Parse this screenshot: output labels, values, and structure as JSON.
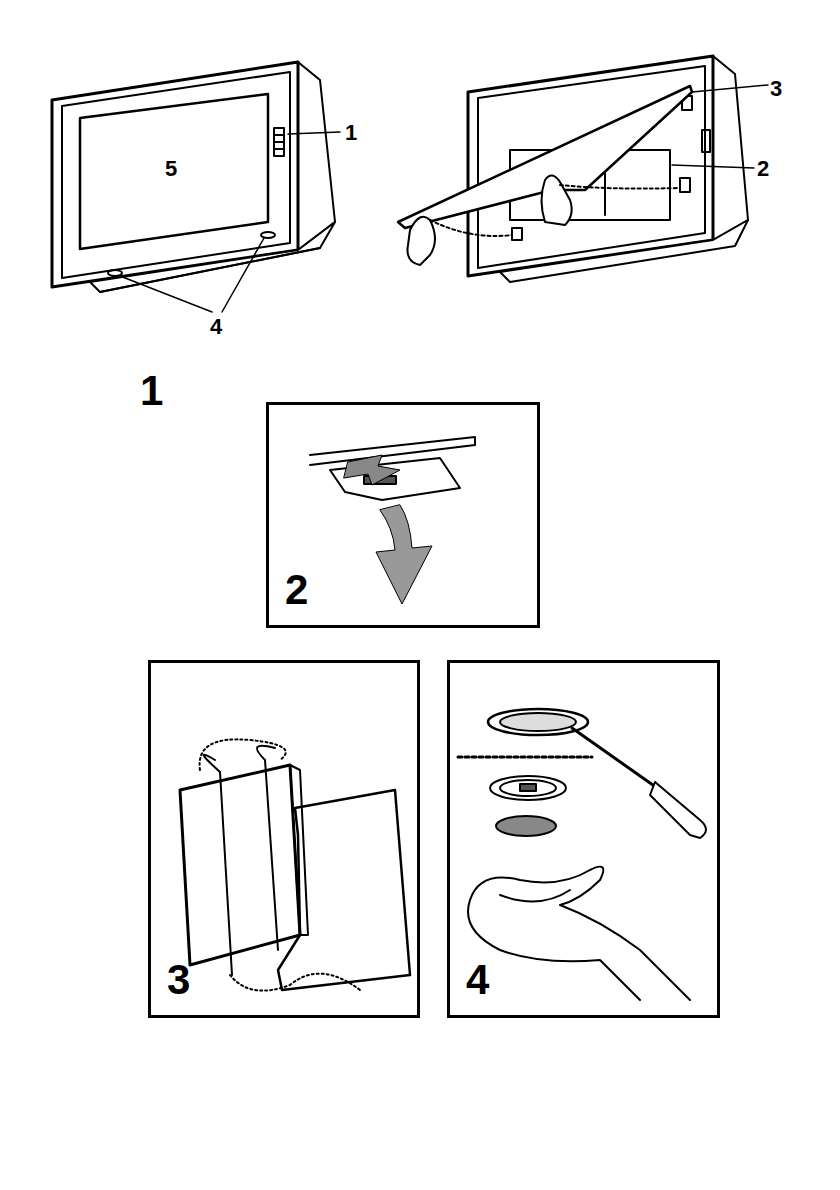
{
  "diagram": {
    "nodes": [
      {
        "text": [
          "2"
        ]
      },
      {
        "text": [
          "3"
        ]
      },
      {
        "text": [
          "4"
        ]
      }
    ],
    "labels": [
      "5",
      "1",
      "3",
      "2",
      "4",
      "1"
    ]
  }
}
